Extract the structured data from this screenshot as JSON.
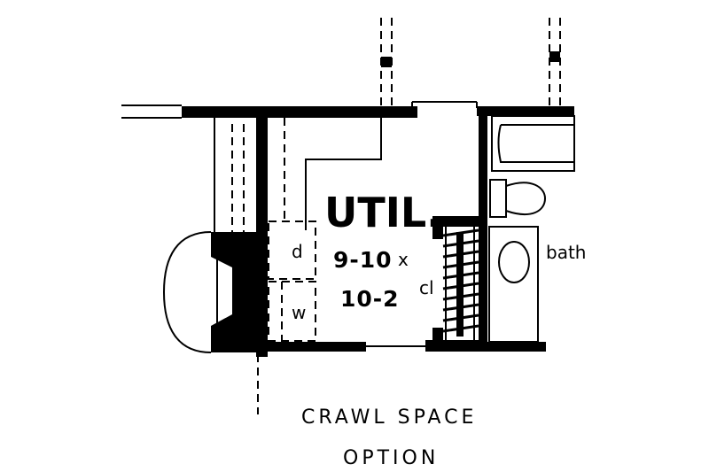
{
  "room": {
    "name": "UTIL.",
    "dim_line1": "9-10",
    "dim_times": "x",
    "dim_line2": "10-2"
  },
  "labels": {
    "dryer": "d",
    "washer": "w",
    "closet": "cl",
    "bath": "bath"
  },
  "caption": {
    "line1": "CRAWL SPACE",
    "line2": "OPTION"
  },
  "colors": {
    "ink": "#000000",
    "paper": "#ffffff"
  }
}
